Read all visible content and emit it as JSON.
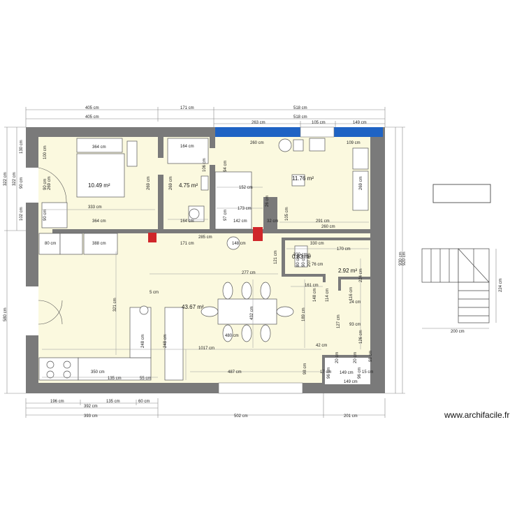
{
  "watermark": "www.archifacile.fr",
  "colors": {
    "wall": "#7a7a7a",
    "floor": "#fbf9df",
    "window_blue": "#1f63c4",
    "chimney_red": "#d0272a",
    "dim_line": "#777777"
  },
  "rooms": {
    "bedroom_area": "10.49 m²",
    "bathroom_area": "4.75 m²",
    "room_ne_area": "11.76 m²",
    "living_area": "43.67 m²",
    "closet_area": "2.92 m²",
    "wc_area": "0.83 m²"
  },
  "top_dims": {
    "a1": "405 cm",
    "a2": "171 cm",
    "a3": "518 cm",
    "b1": "405 cm",
    "b2": "518 cm",
    "c1": "263 cm",
    "c2": "105 cm",
    "c3": "149 cm"
  },
  "bottom_dims": {
    "b1": "196 cm",
    "b2": "135 cm",
    "b3": "60 cm",
    "c1": "392 cm",
    "d1": "393 cm",
    "d2": "502 cm",
    "d3": "201 cm"
  },
  "left_dims": {
    "l1": "130 cm",
    "l2": "322 cm",
    "l3": "322 cm",
    "l4": "90 cm",
    "l5": "102 cm",
    "l6": "580 cm"
  },
  "right_dims": {
    "r1": "930 cm",
    "r2": "920 cm"
  },
  "interior_dims": {
    "d_364a": "364 cm",
    "d_100a": "100 cm",
    "d_90a": "90 cm",
    "d_269a": "269 cm",
    "d_269b": "269 cm",
    "d_333": "333 cm",
    "d_90b": "90 cm",
    "d_364b": "364 cm",
    "d_164a": "164 cm",
    "d_106": "106 cm",
    "d_269c": "269 cm",
    "d_164b": "164 cm",
    "d_94": "94 cm",
    "d_152": "152 cm",
    "d_97": "97 cm",
    "d_173": "173 cm",
    "d_142": "142 cm",
    "d_260a": "260 cm",
    "d_109": "109 cm",
    "d_269d": "269 cm",
    "d_105": "105 cm",
    "d_291": "291 cm",
    "d_260b": "260 cm",
    "d_26": "26 cm",
    "d_32": "32 cm",
    "d_148": "148 cm",
    "d_80": "80 cm",
    "d_388": "388 cm",
    "d_171": "171 cm",
    "d_285": "285 cm",
    "d_121": "121 cm",
    "d_330": "330 cm",
    "d_170": "170 cm",
    "d_330b": "330 cm",
    "d_80b": "80 cm",
    "d_207": "207 cm",
    "d_90c": "90 cm",
    "d_76": "76 cm",
    "d_277": "277 cm",
    "d_161": "161 cm",
    "d_224": "224 cm",
    "d_321": "321 cm",
    "d_5": "5 cm",
    "d_148b": "148 cm",
    "d_114": "114 cm",
    "d_116": "116 cm",
    "d_432": "432 cm",
    "d_24": "24 cm",
    "d_189": "189 cm",
    "d_127": "127 cm",
    "d_93": "93 cm",
    "d_126": "126 cm",
    "d_248": "248 cm",
    "d_248b": "248 cm",
    "d_480": "480 cm",
    "d_1017": "1017 cm",
    "d_42": "42 cm",
    "d_350": "350 cm",
    "d_135b": "135 cm",
    "d_55": "55 cm",
    "d_487": "487 cm",
    "d_20a": "20 cm",
    "d_20b": "20 cm",
    "d_17": "17 cm",
    "d_149b": "149 cm",
    "d_15": "15 cm",
    "d_98": "98 cm",
    "d_96": "96 cm",
    "d_96b": "96 cm",
    "d_98b": "98 cm",
    "d_149c": "149 cm"
  },
  "stair_dims": {
    "w": "200 cm",
    "h": "224 cm"
  }
}
